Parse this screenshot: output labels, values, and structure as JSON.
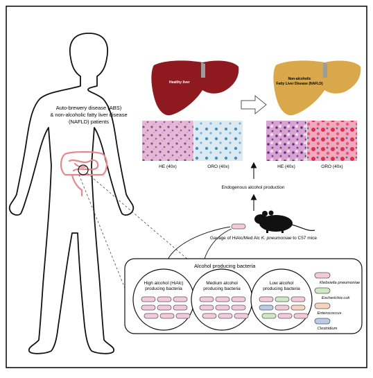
{
  "patient_label": [
    "Auto-brewery disease (ABS)",
    "& non-alcoholic fatty liver disease",
    "(NAFLD) patients"
  ],
  "liver_healthy": {
    "label": "Healthy liver",
    "color": "#8e1a1f"
  },
  "liver_nafld": {
    "label": [
      "Non-alcoholic",
      "Fatty Liver Disease (NAFLD)"
    ],
    "color": "#d9a84a"
  },
  "histology_left": [
    {
      "label": "HE (40x)"
    },
    {
      "label": "ORO (40x)"
    }
  ],
  "histology_right": [
    {
      "label": "HE (40x)"
    },
    {
      "label": "ORO (40x)"
    }
  ],
  "steps": {
    "endogenous": "Endogenous alcohol production",
    "gavage_pre": "Gavage of HiAlc/Med Alc ",
    "gavage_species": "K. pneumoniae",
    "gavage_post": " to C57 mice"
  },
  "bacteria_panel": {
    "title": "Alcohol producing bacteria",
    "groups": [
      {
        "label": [
          "High alcohol (HiAlc)",
          "producing bacteria"
        ]
      },
      {
        "label": [
          "Medium alcohol",
          "producing bacteria"
        ]
      },
      {
        "label": [
          "Low alcohol",
          "producing bacteria"
        ]
      }
    ],
    "legend": [
      {
        "name": "Klebsiella pneumoniae",
        "color": "#f4c9d9"
      },
      {
        "name": "Escherichia coli",
        "color": "#cfe8c4"
      },
      {
        "name": "Enterococcus",
        "color": "#f6d5bf"
      },
      {
        "name": "Clostridium",
        "color": "#b9cbe8"
      }
    ]
  },
  "colors": {
    "bacteria_stroke": "#555555",
    "intestine": "#e4888e",
    "arrow": "#111111"
  }
}
